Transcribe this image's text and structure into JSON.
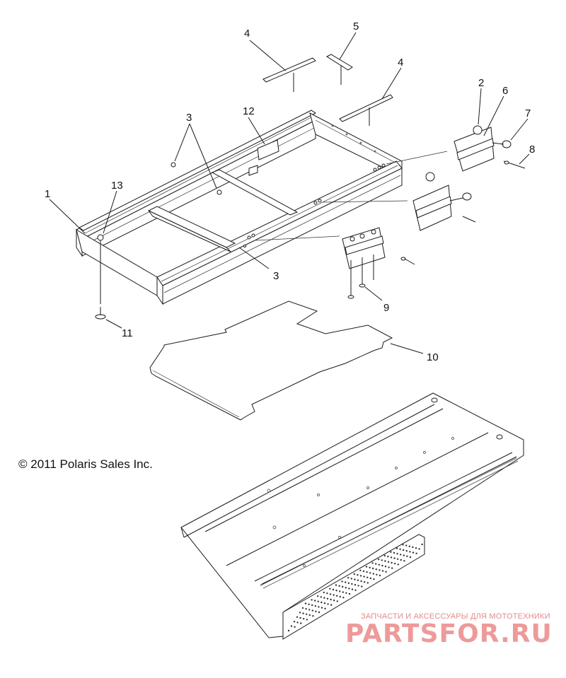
{
  "callouts": [
    "1",
    "2",
    "3",
    "3",
    "4",
    "4",
    "5",
    "6",
    "7",
    "8",
    "9",
    "10",
    "11",
    "12",
    "13"
  ],
  "copyright": "© 2011 Polaris Sales Inc.",
  "watermark": {
    "tagline": "ЗАПЧАСТИ И АКСЕССУАРЫ ДЛЯ МОТОТЕХНИКИ",
    "brand": "PARTSFOR.RU"
  }
}
